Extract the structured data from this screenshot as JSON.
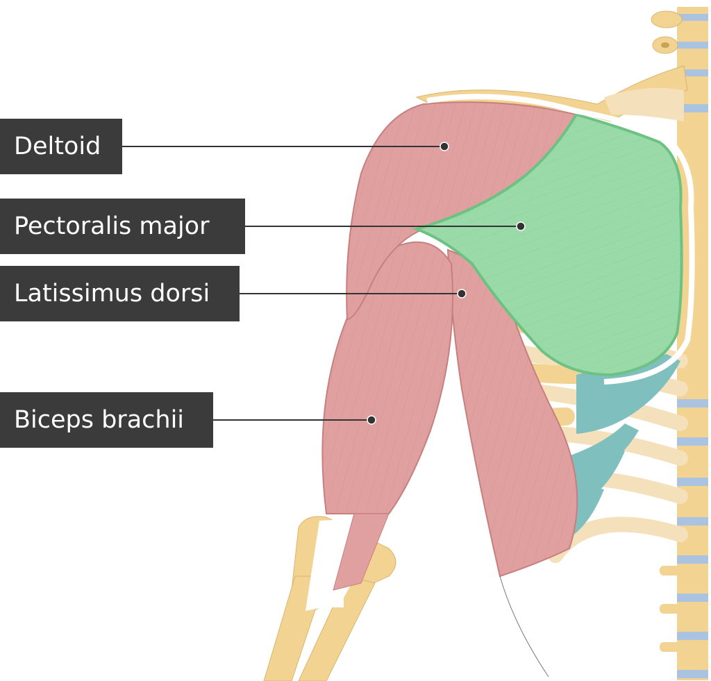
{
  "labels": {
    "deltoid": "Deltoid",
    "pectoralis_major": "Pectoralis major",
    "latissimus_dorsi": "Latissimus dorsi",
    "biceps_brachii": "Biceps brachii"
  },
  "colors": {
    "muscle": "#e0a0a0",
    "muscle_dark": "#c77e7e",
    "highlight_muscle": "#9ad9a8",
    "highlight_outline": "#6cc283",
    "bone": "#f2d392",
    "bone_light": "#f4e0bb",
    "cartilage": "#7fbfbd",
    "disc": "#a9c3e0",
    "label_bg": "#3b3b3b",
    "label_text": "#ffffff",
    "leader": "#333333"
  }
}
